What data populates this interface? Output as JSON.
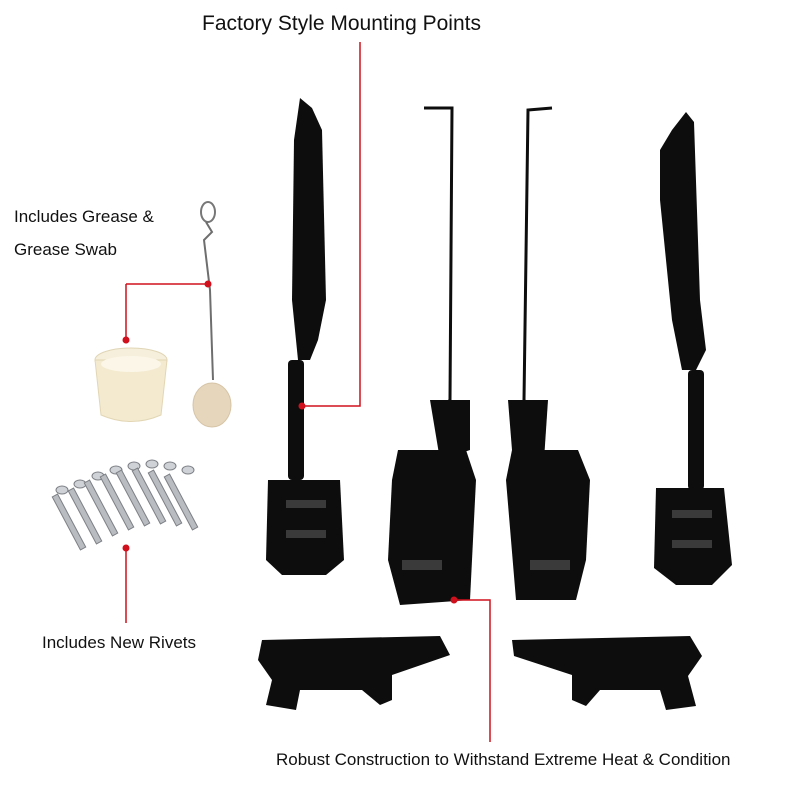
{
  "callouts": {
    "mounting_points": "Factory Style Mounting Points",
    "grease_line1": "Includes Grease &",
    "grease_line2": "Grease Swab",
    "rivets": "Includes New Rivets",
    "construction": "Robust Construction to Withstand Extreme Heat & Condition"
  },
  "colors": {
    "background": "#ffffff",
    "callout_line": "#d0101c",
    "part_black": "#0d0d0d",
    "grease_cup": "#f3ead0",
    "swab": "#e6d6bc",
    "rivet_metal": "#b9bcc0"
  }
}
